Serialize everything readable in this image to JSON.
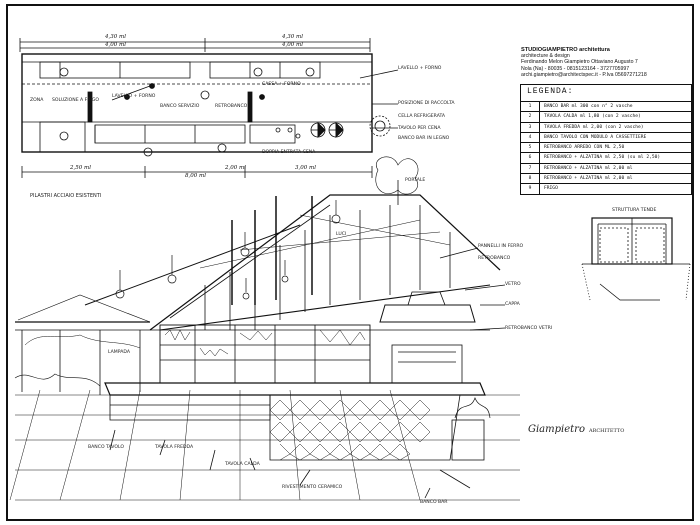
{
  "header": {
    "studio": "STUDIOGIAMPIETRO architettura",
    "subtitle": "architecture & design",
    "line1": "Ferdinando Melon Giampietro Ottaviano Augusto 7",
    "line2": "Nola (Na) - 80035 - 0815123164 - 3727705997",
    "line3": "archi.giampietro@architectspec.it - P.Iva 05697271218"
  },
  "legend": {
    "title": "LEGENDA:",
    "items": [
      {
        "num": "1",
        "desc": "BANCO BAR ml 300 con n° 2 vasche"
      },
      {
        "num": "2",
        "desc": "TAVOLA CALDA ml 1,80 (con 2 vasche)"
      },
      {
        "num": "3",
        "desc": "TAVOLA FREDDA ml 2,00 (con 2 vasche)"
      },
      {
        "num": "4",
        "desc": "BANCO TAVOLO CON MODULO A CASSETTIERE"
      },
      {
        "num": "5",
        "desc": "RETROBANCO ARREDO CON ML 2,50"
      },
      {
        "num": "6",
        "desc": "RETROBANCO + ALZATINA ml 2,50 (su ml 2,50)"
      },
      {
        "num": "7",
        "desc": "RETROBANCO + ALZATINA ml 2,00 ml"
      },
      {
        "num": "8",
        "desc": "RETROBANCO + ALZATINA ml 2,00 ml"
      },
      {
        "num": "9",
        "desc": "FRIGO"
      }
    ]
  },
  "plan": {
    "dim_top_1": "4,30 ml",
    "dim_top_2": "4,00 ml",
    "dim_top_3": "4,30 ml",
    "dim_top_4": "4,00 ml",
    "dim_bottom_1": "2,50 ml",
    "dim_bottom_2": "8,00 ml",
    "dim_bottom_3": "3,00 ml",
    "dim_bottom_4": "2,00 ml",
    "pilastri": "PILASTRI ACCIAIO ESISTENTI",
    "labels": [
      "SOLUZIONE A FRIGO",
      "ZONA",
      "LAVELLO + FORNO",
      "BANCO SERVIZIO",
      "RETROBANCO",
      "CASSA + FORNO",
      "LAVELLO + FORNO",
      "POSIZIONE DI RACCOLTA",
      "CELLA REFRIGERATA",
      "TAVOLO PER CENA",
      "DOPPIA ENTRATA CENA",
      "BANCO BAR IN LEGNO"
    ]
  },
  "perspective": {
    "labels": [
      "PANNELLI IN FERRO",
      "RETROBANCO",
      "VETRO",
      "CAPPA",
      "RETROBANCO VETRI",
      "BANCO BAR",
      "TAVOLA FREDDA",
      "TAVOLA CALDA",
      "RIVESTIMENTO CERAMICO",
      "BANCO TAVOLO",
      "STRUTTURA TENDE",
      "PORTALE",
      "LUCI",
      "LAMPADA"
    ]
  },
  "signature": {
    "text": "Giampietro",
    "role": "ARCHITETTO"
  }
}
